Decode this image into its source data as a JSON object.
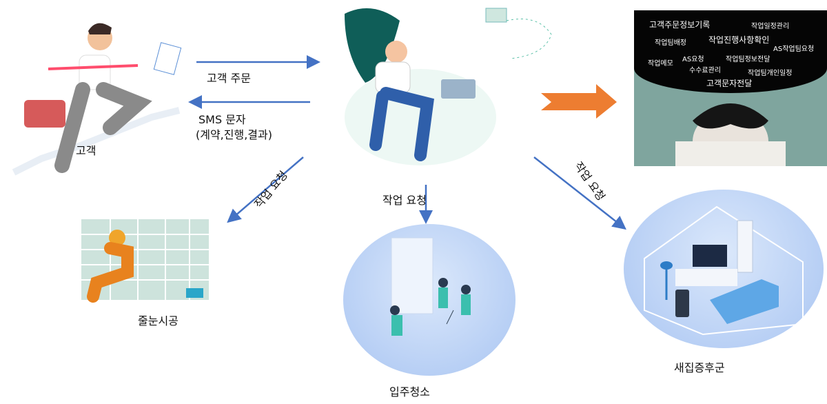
{
  "labels": {
    "customer": "고객",
    "customer_order": "고객 주문",
    "sms_line1": "SMS 문자",
    "sms_line2": "(계약,진행,결과)",
    "work_request_left": "작업 요청",
    "work_request_center": "작업   요청",
    "work_request_right": "작업 요청",
    "grout": "줄눈시공",
    "move_in_cleaning": "입주청소",
    "sick_house": "새집증후군"
  },
  "word_cloud": [
    "고객주문정보기록",
    "작업일정관리",
    "작업팀배정",
    "작업진행사항확인",
    "AS작업팀요청",
    "작업메모",
    "AS요청",
    "작업팀정보전달",
    "수수료관리",
    "작업팀개인일정",
    "고객문자전달"
  ],
  "colors": {
    "arrow": "#4472c4",
    "orange": "#ed7d31"
  }
}
